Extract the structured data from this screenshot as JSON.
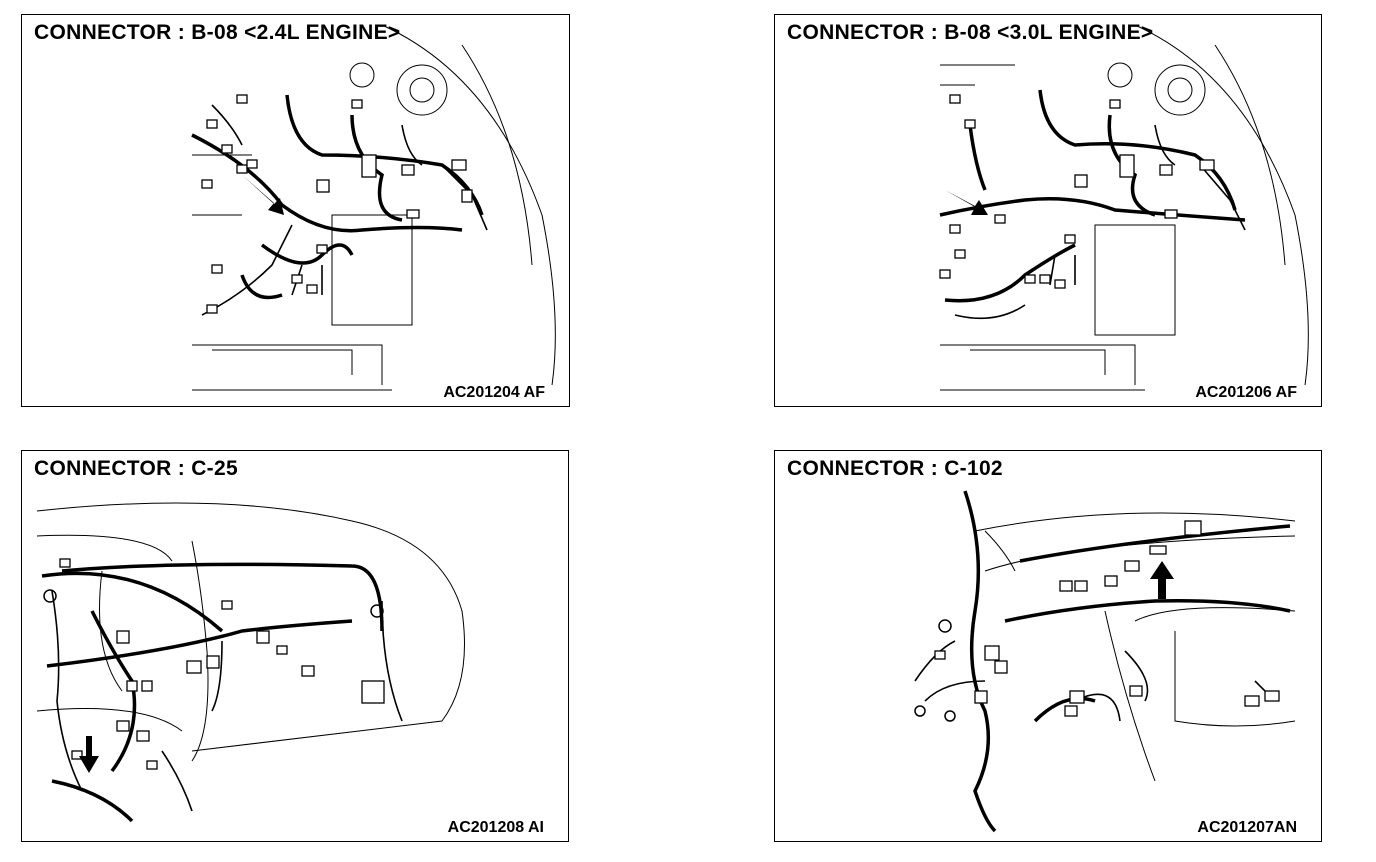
{
  "panels": [
    {
      "title": "CONNECTOR : B-08 <2.4L ENGINE>",
      "code": "AC201204 AF"
    },
    {
      "title": "CONNECTOR : B-08 <3.0L ENGINE>",
      "code": "AC201206 AF"
    },
    {
      "title": "CONNECTOR : C-25",
      "code": "AC201208 AI"
    },
    {
      "title": "CONNECTOR : C-102",
      "code": "AC201207AN"
    }
  ]
}
